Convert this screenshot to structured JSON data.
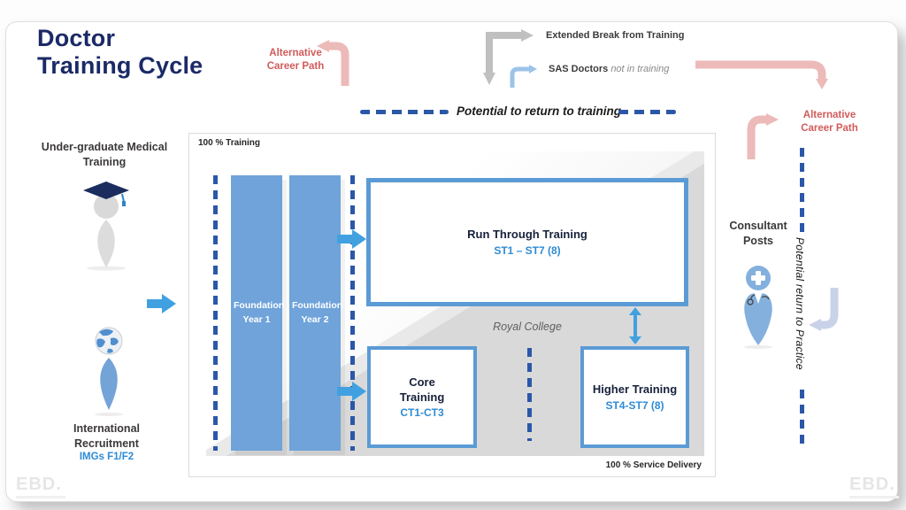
{
  "title": {
    "line1": "Doctor",
    "line2": "Training Cycle"
  },
  "top": {
    "alt_career_left": "Alternative Career Path",
    "extended_break": "Extended Break from Training",
    "sas_doctors": "SAS Doctors",
    "sas_doctors_note": "not in training",
    "potential_return_training": "Potential to return to training"
  },
  "left": {
    "undergraduate": "Under-graduate Medical Training",
    "international": "International Recruitment",
    "imgs": "IMGs F1/F2"
  },
  "panel": {
    "training_label": "100 % Training",
    "service_label": "100 % Service Delivery",
    "foundation_year_1": "Foundation Year 1",
    "foundation_year_2": "Foundation Year 2",
    "run_through_title": "Run Through Training",
    "run_through_sub": "ST1 – ST7 (8)",
    "royal_college": "Royal College",
    "core_title": "Core Training",
    "core_sub": "CT1-CT3",
    "higher_title": "Higher Training",
    "higher_sub": "ST4-ST7 (8)"
  },
  "right": {
    "consultant_posts": "Consultant Posts",
    "alt_career_right": "Alternative Career Path",
    "potential_return_practice": "Potential return to Practice"
  },
  "brand": {
    "watermark": "EBD."
  },
  "colors": {
    "navy": "#1b2a66",
    "accent_blue": "#2e8bd4",
    "bar_blue": "#6fa3da",
    "dash_blue": "#2b57a8",
    "solid_arrow_blue": "#41a1e0",
    "box_border_blue": "#5b9bd5",
    "pink_arrow": "#ecbab8",
    "red_text": "#d15b5b",
    "gray_arrow": "#c0c0c0",
    "sas_arrow_blue": "#9cc3e8",
    "periwinkle_arrow": "#c9d2e8",
    "panel_gray": "#d9d9d9"
  }
}
